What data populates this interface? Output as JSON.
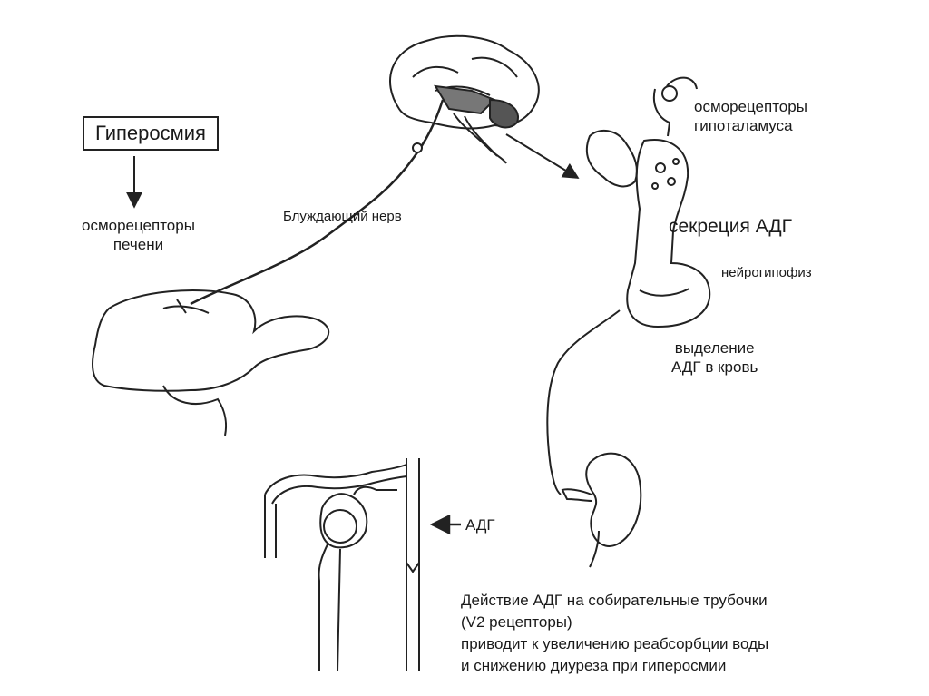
{
  "labels": {
    "hyperosmia": "Гиперосмия",
    "liver_receptors_1": "осморецепторы",
    "liver_receptors_2": "печени",
    "vagus": "Блуждающий нерв",
    "hypothalamus_receptors_1": "осморецепторы",
    "hypothalamus_receptors_2": "гипоталамуса",
    "adh_secretion": "секреция АДГ",
    "neurohypophysis": "нейрогипофиз",
    "release_1": "выделение",
    "release_2": "АДГ в кровь",
    "adh": "АДГ"
  },
  "caption": {
    "line1": "Действие АДГ на собирательные трубочки",
    "line2": "(V2 рецепторы)",
    "line3": "приводит к увеличению реабсорбции воды",
    "line4": "и снижению диуреза при гиперосмии"
  }
}
